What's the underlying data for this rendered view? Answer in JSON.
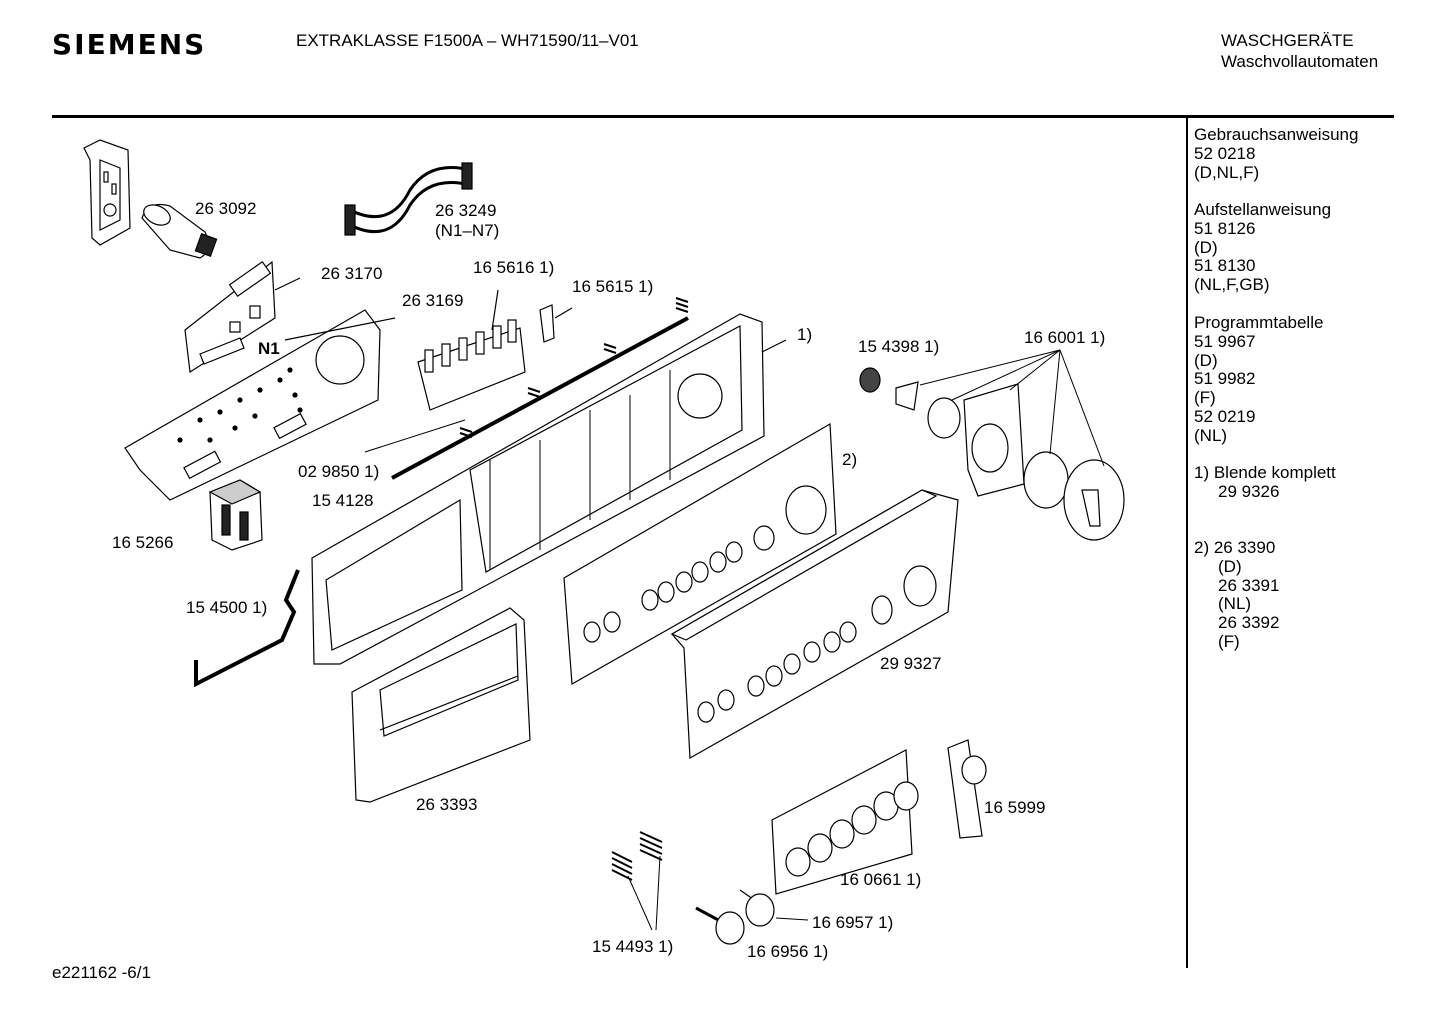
{
  "header": {
    "brand": "SIEMENS",
    "model": "EXTRAKLASSE F1500A – WH71590/11–V01",
    "category_line1": "WASCHGERÄTE",
    "category_line2": "Waschvollautomaten"
  },
  "parts": {
    "p263092": "26 3092",
    "p263249": "26 3249",
    "p263249_sub": "(N1–N7)",
    "p263170": "26 3170",
    "p263169": "26 3169",
    "p165616": "16 5616 1)",
    "p165615": "16 5615 1)",
    "n1": "N1",
    "p1": "1)",
    "p154398": "15 4398 1)",
    "p166001": "16 6001 1)",
    "p029850": "02 9850 1)",
    "p154128": "15 4128",
    "p2": "2)",
    "p165266": "16 5266",
    "p154500": "15 4500 1)",
    "p299327": "29 9327",
    "p263393": "26 3393",
    "p165999": "16 5999",
    "p160661": "16 0661 1)",
    "p166957": "16 6957 1)",
    "p154493": "15 4493 1)",
    "p166956": "16 6956 1)"
  },
  "sidebar": {
    "gebrauch": {
      "title": "Gebrauchsanweisung",
      "lines": [
        "52 0218",
        "(D,NL,F)"
      ]
    },
    "aufstell": {
      "title": "Aufstellanweisung",
      "lines": [
        "51 8126",
        "(D)",
        "51 8130",
        "(NL,F,GB)"
      ]
    },
    "programm": {
      "title": "Programmtabelle",
      "lines": [
        "51 9967",
        "(D)",
        "51 9982",
        "(F)",
        "52 0219",
        "(NL)"
      ]
    },
    "note1": {
      "line1": "1) Blende komplett",
      "line2": "29 9326"
    },
    "note2": {
      "line1": "2) 26 3390",
      "lines": [
        "(D)",
        "26 3391",
        "(NL)",
        "26 3392",
        "(F)"
      ]
    }
  },
  "footer": {
    "code": "e221162 -6/1"
  }
}
